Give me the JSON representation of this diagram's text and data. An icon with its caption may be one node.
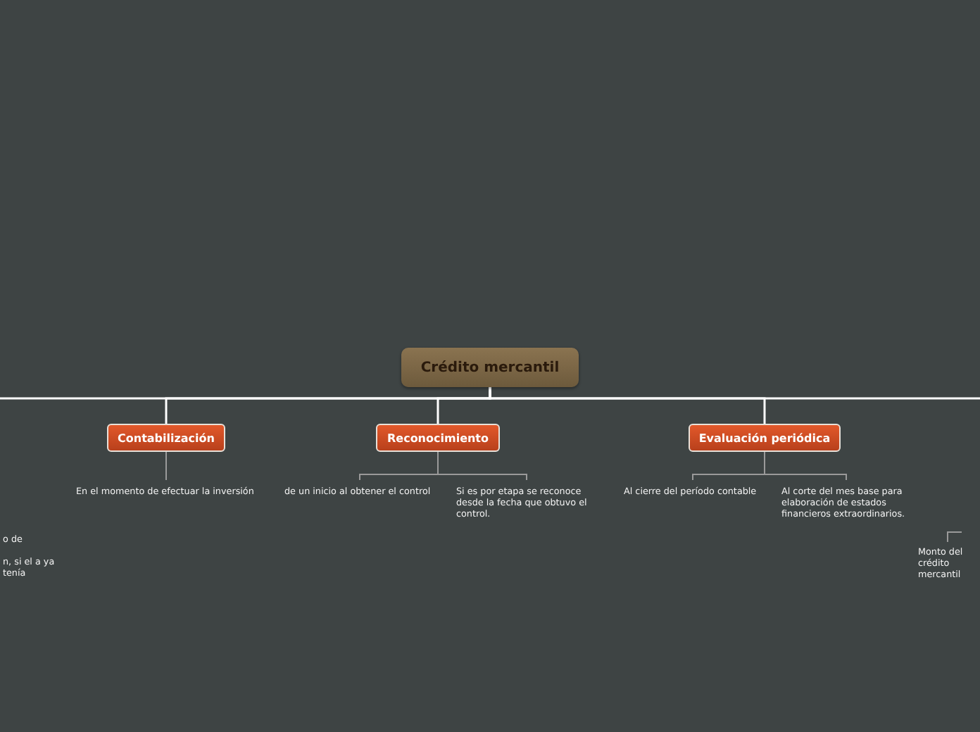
{
  "diagram": {
    "nodes": [
      {
        "text": [
          "Crédito mercantil"
        ]
      },
      {
        "text": [
          "Contabilización"
        ]
      },
      {
        "text": [
          "En el momento de efectuar la inversión"
        ]
      },
      {
        "text": [
          "Reconocimiento"
        ]
      },
      {
        "text": [
          "de un inicio al obtener el control"
        ]
      },
      {
        "text": [
          "Si es por etapa se reconoce desde la fecha que obtuvo el control."
        ]
      },
      {
        "text": [
          "Evaluación periódica"
        ]
      },
      {
        "text": [
          "Al cierre del período contable"
        ]
      },
      {
        "text": [
          "Al corte del mes base para elaboración de estados financieros extraordinarios."
        ]
      },
      {
        "text": [
          "o de",
          "n, si el a ya tenía"
        ]
      },
      {
        "text": [
          "Monto del crédito mercantil"
        ]
      }
    ],
    "edges": [
      {
        "from": 0,
        "to": 1,
        "arrow": "none",
        "color": "#ffffff"
      },
      {
        "from": 0,
        "to": 3,
        "arrow": "none",
        "color": "#ffffff"
      },
      {
        "from": 0,
        "to": 6,
        "arrow": "none",
        "color": "#ffffff"
      },
      {
        "from": 0,
        "to": null,
        "arrow": "none",
        "color": "#ffffff"
      },
      {
        "from": 0,
        "to": null,
        "arrow": "none",
        "color": "#ffffff"
      },
      {
        "from": 1,
        "to": 2,
        "arrow": "none"
      },
      {
        "from": 3,
        "to": 4,
        "arrow": "none"
      },
      {
        "from": 3,
        "to": 5,
        "arrow": "none"
      },
      {
        "from": 6,
        "to": 7,
        "arrow": "none"
      },
      {
        "from": 6,
        "to": 8,
        "arrow": "none"
      },
      {
        "from": null,
        "to": 10,
        "arrow": "none"
      }
    ]
  }
}
